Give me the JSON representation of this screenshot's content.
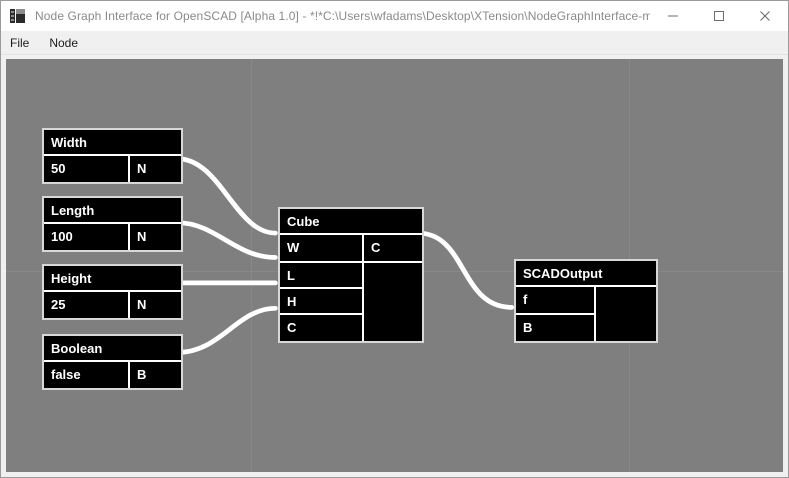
{
  "window": {
    "title": "Node Graph Interface for OpenSCAD [Alpha 1.0]  - *!*C:\\Users\\wfadams\\Desktop\\XTension\\NodeGraphInterface-m...",
    "icon": "app-icon",
    "controls": {
      "minimize": "minimize-icon",
      "maximize": "maximize-icon",
      "close": "close-icon"
    }
  },
  "menubar": {
    "items": [
      {
        "label": "File"
      },
      {
        "label": "Node"
      }
    ]
  },
  "canvas": {
    "background_color": "#7f7f7f",
    "grid_color": "#888888",
    "edge_color": "#ffffff",
    "node_fill": "#000000",
    "node_border": "#d8d8d8"
  },
  "nodes": [
    {
      "id": "width",
      "title": "Width",
      "left_cells": [
        "50"
      ],
      "right_cells": [
        "N"
      ]
    },
    {
      "id": "length",
      "title": "Length",
      "left_cells": [
        "100"
      ],
      "right_cells": [
        "N"
      ]
    },
    {
      "id": "height",
      "title": "Height",
      "left_cells": [
        "25"
      ],
      "right_cells": [
        "N"
      ]
    },
    {
      "id": "boolean",
      "title": "Boolean",
      "left_cells": [
        "false"
      ],
      "right_cells": [
        "B"
      ]
    },
    {
      "id": "cube",
      "title": "Cube",
      "left_cells": [
        "W",
        "L",
        "H",
        "C"
      ],
      "right_cells": [
        "C",
        ""
      ]
    },
    {
      "id": "scadoutput",
      "title": "SCADOutput",
      "left_cells": [
        "f",
        "B"
      ],
      "right_cells": [
        "",
        ""
      ]
    }
  ],
  "connections": [
    {
      "from": "width.N",
      "to": "cube.W"
    },
    {
      "from": "length.N",
      "to": "cube.L"
    },
    {
      "from": "height.N",
      "to": "cube.H"
    },
    {
      "from": "boolean.B",
      "to": "cube.C"
    },
    {
      "from": "cube.C",
      "to": "scadoutput.B"
    }
  ]
}
